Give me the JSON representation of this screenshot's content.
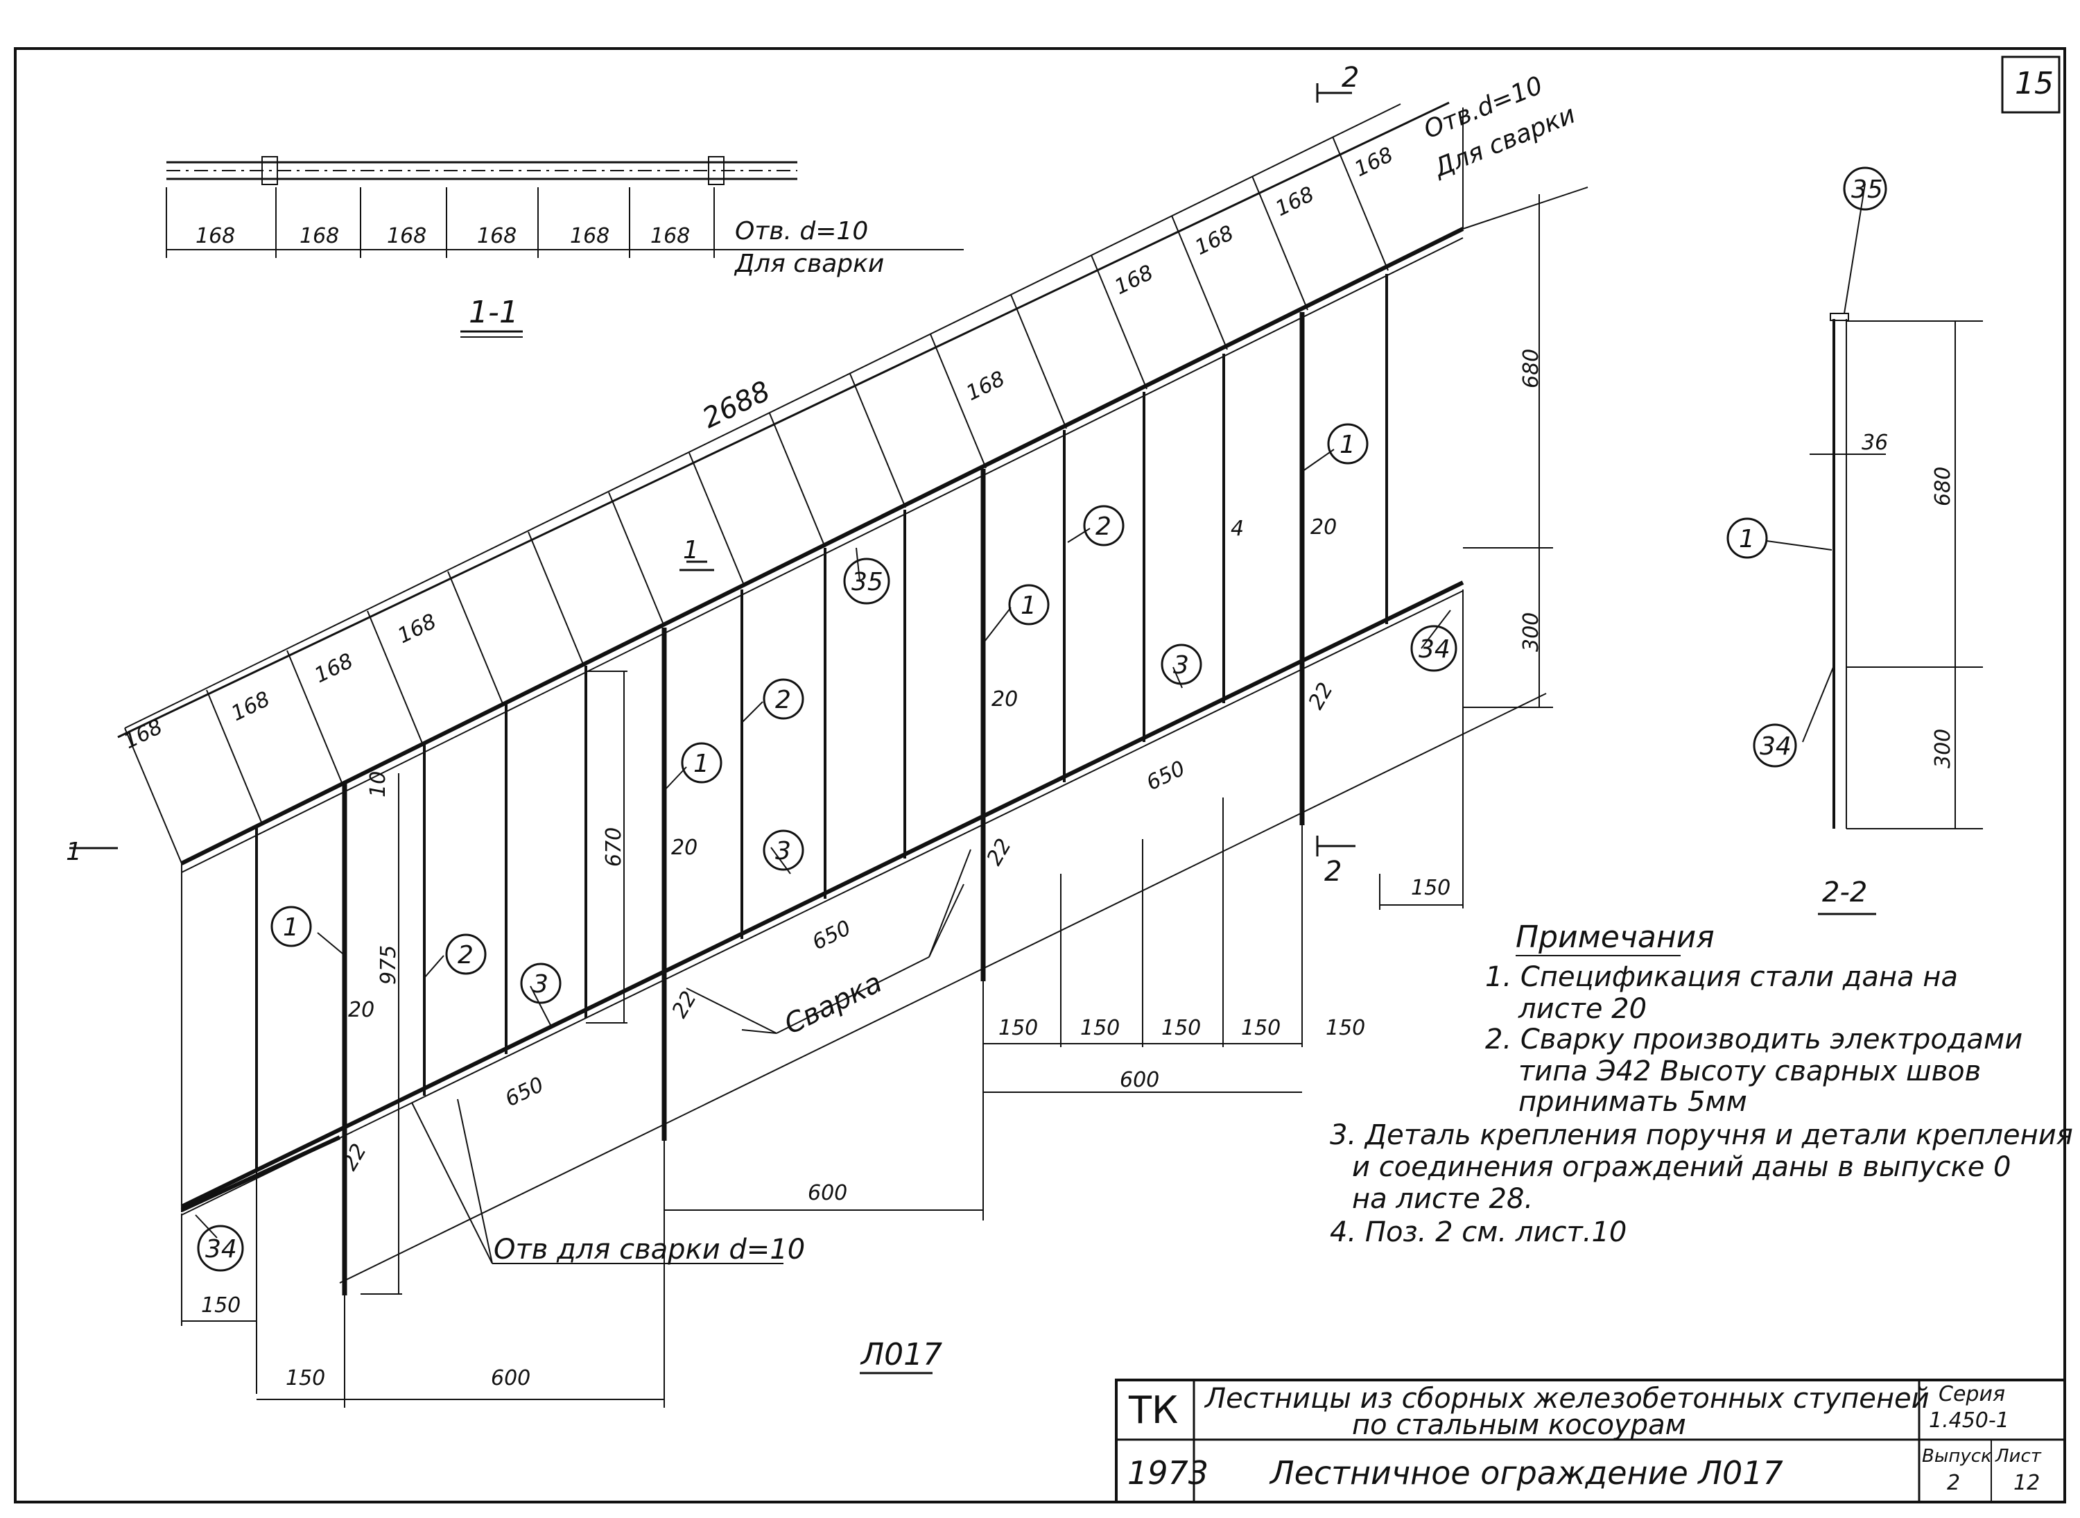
{
  "sheet": {
    "page_number": "15"
  },
  "top_view": {
    "spacings": [
      "168",
      "168",
      "168",
      "168",
      "168",
      "168"
    ],
    "hole_note_1": "Отв. d=10",
    "hole_note_2": "Для сварки",
    "section_label": "1-1"
  },
  "main_view": {
    "total_length": "2688",
    "top_spacings": [
      "168",
      "168",
      "168",
      "168",
      "168",
      "168",
      "168",
      "168",
      "168"
    ],
    "ditto_marks": "\"",
    "top_hole_note_1": "Отв.d=10",
    "top_hole_note_2": "Для сварки",
    "cut_mark_1": "1",
    "cut_mark_2": "2",
    "height_upper": "680",
    "height_lower": "300",
    "dim_670": "670",
    "dim_975": "975",
    "dim_20": "20",
    "dim_4": "4",
    "dim_10": "10",
    "dim_22": "22",
    "dim_650": "650",
    "dim_600": "600",
    "dim_150": "150",
    "bottom_150s": [
      "150",
      "150",
      "150",
      "150",
      "150"
    ],
    "weld_label": "Сварка",
    "hole_weld_note": "Отв для сварки d=10",
    "drawing_code": "Л017",
    "positions": {
      "p1": "1",
      "p2": "2",
      "p3": "3",
      "p34": "34",
      "p35": "35"
    }
  },
  "section_2_2": {
    "label": "2-2",
    "h_upper": "680",
    "h_lower": "300",
    "dim_36": "36",
    "pos_1": "1",
    "pos_34": "34",
    "pos_35": "35"
  },
  "notes": {
    "title": "Примечания",
    "lines": [
      "1. Спецификация стали дана на",
      "листе 20",
      "2. Сварку производить электродами",
      "типа Э42 Высоту сварных швов",
      "принимать 5мм",
      "3. Деталь крепления поручня и детали крепления",
      "и соединения ограждений даны в выпуске 0",
      "на листе 28.",
      "4. Поз. 2 см. лист.10"
    ]
  },
  "title_block": {
    "org": "ТК",
    "year": "1973",
    "title_line1": "Лестницы из сборных железобетонных ступеней",
    "title_line2": "по стальным косоурам",
    "drawing_name": "Лестничное ограждение Л017",
    "series_label": "Серия",
    "series_value": "1.450-1",
    "issue_label": "Выпуск",
    "issue_value": "2",
    "sheet_label": "Лист",
    "sheet_value": "12"
  }
}
